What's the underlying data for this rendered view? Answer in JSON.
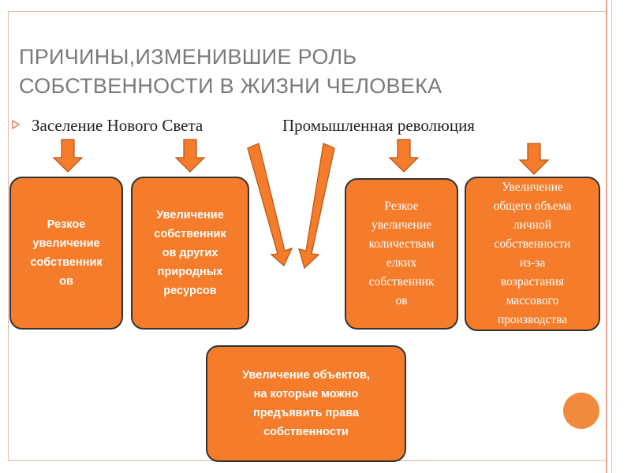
{
  "title": "ПРИЧИНЫ,ИЗМЕНИВШИЕ РОЛЬ\nСОБСТВЕННОСТИ В ЖИЗНИ ЧЕЛОВЕКА",
  "causes": [
    "Заселение Нового Света",
    "Промышленная революция"
  ],
  "boxes": [
    "Резкое\nувеличение\nсобственник\nов",
    "Увеличение\nсобственник\nов других\nприродных\nресурсов",
    "Резкое\nувеличение\nколичествам\nелких\nсобственник\nов",
    "Увеличение\nобщего объема\nличной\nсобственности\nиз-за\nвозрастания\nмассового\nпроизводства",
    "Увеличение объектов,\nна которые можно\nпредъявить права\nсобственности"
  ],
  "colors": {
    "box_fill": "#f47c2a",
    "arrow_fill": "#f47c2a",
    "title": "#7a7a7a",
    "frame": "#e9b7a8"
  }
}
